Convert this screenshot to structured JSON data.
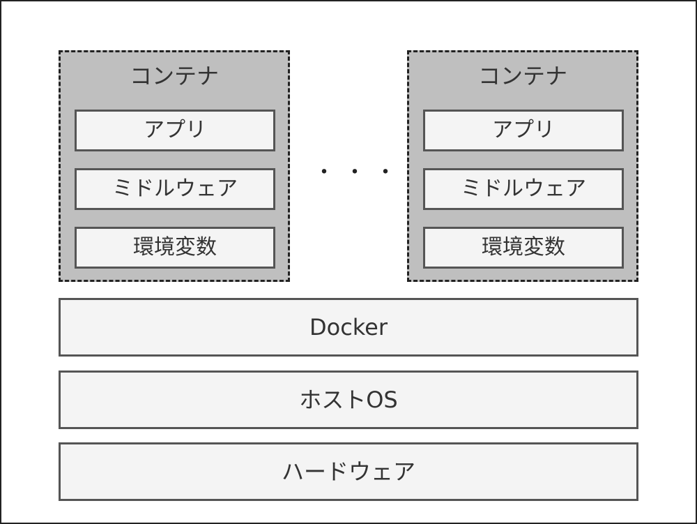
{
  "containers": [
    {
      "title": "コンテナ",
      "items": [
        "アプリ",
        "ミドルウェア",
        "環境変数"
      ]
    },
    {
      "title": "コンテナ",
      "items": [
        "アプリ",
        "ミドルウェア",
        "環境変数"
      ]
    }
  ],
  "ellipsis": "・・・",
  "layers": {
    "docker": "Docker",
    "host_os": "ホストOS",
    "hardware": "ハードウェア"
  },
  "colors": {
    "container_fill": "#bfbfbf",
    "box_fill": "#f4f4f4",
    "border": "#555555",
    "dashed_border": "#222222"
  }
}
